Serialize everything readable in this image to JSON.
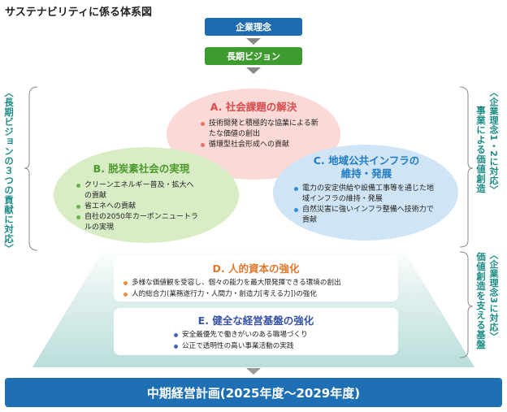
{
  "title": "サステナビリティに係る体系図",
  "top": {
    "corporate_philosophy": "企業理念",
    "long_term_vision": "長期ビジョン"
  },
  "colors": {
    "philosophy_box": "#1d6cb0",
    "vision_box": "#3e9b2f",
    "side_text": "#1e8c86",
    "bottom_bar": "#1f6fb5"
  },
  "left_side_label": "〈長期ビジョンの３つの貢献に対応〉",
  "right_upper": {
    "line1": "〈企業理念1・2に対応〉",
    "line2": "事業による価値創造"
  },
  "right_lower": {
    "line1": "〈企業理念3に対応〉",
    "line2": "価値創造を支える基盤"
  },
  "circle_a": {
    "title": "A. 社会課題の解決",
    "items": [
      "技術開発と積極的な協業による新たな価値の創出",
      "循環型社会形成への貢献"
    ]
  },
  "circle_b": {
    "title": "B. 脱炭素社会の実現",
    "items": [
      "クリーンエネルギー普及・拡大への貢献",
      "省エネへの貢献",
      "自社の2050年カーボンニュートラルの実現"
    ]
  },
  "circle_c": {
    "title_line1": "C. 地域公共インフラの",
    "title_line2": "維持・発展",
    "items": [
      "電力の安定供給や設備工事等を通じた地域インフラの維持・発展",
      "自然災害に強いインフラ整備へ技術力で貢献"
    ]
  },
  "box_d": {
    "title": "D. 人的資本の強化",
    "items": [
      "多様な価値観を受容し、個々の能力を最大限発揮できる環境の創出",
      "人的総合力(業務遂行力・人間力・創造力[考える力])の強化"
    ]
  },
  "box_e": {
    "title": "E. 健全な経営基盤の強化",
    "items": [
      "安全最優先で働きがいのある職場づくり",
      "公正で透明性の高い事業活動の実践"
    ]
  },
  "bottom_bar": "中期経営計画(2025年度～2029年度)"
}
